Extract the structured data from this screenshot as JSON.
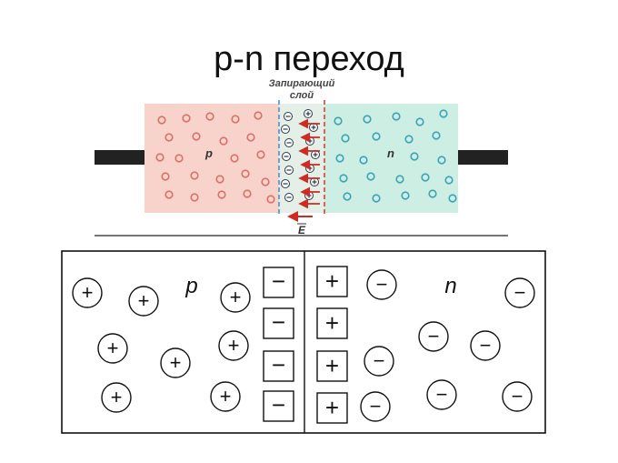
{
  "title": "p-n  переход",
  "top_diagram": {
    "layer_label_line1": "Запирающий",
    "layer_label_line2": "слой",
    "p_label": "p",
    "n_label": "n",
    "field_label": "E",
    "colors": {
      "p_region": "#f7d3cb",
      "n_region": "#cdeee2",
      "depletion": "#e4efe8",
      "p_carrier": "#d9706a",
      "n_carrier": "#3aa3b6",
      "ion": "#2c3a4a",
      "arrow": "#d12a22",
      "p_boundary": "#3b8fc4",
      "n_boundary": "#cc3a2a"
    }
  },
  "bottom_diagram": {
    "p_label": "p",
    "n_label": "n",
    "plus_symbol": "+",
    "minus_symbol": "−"
  }
}
